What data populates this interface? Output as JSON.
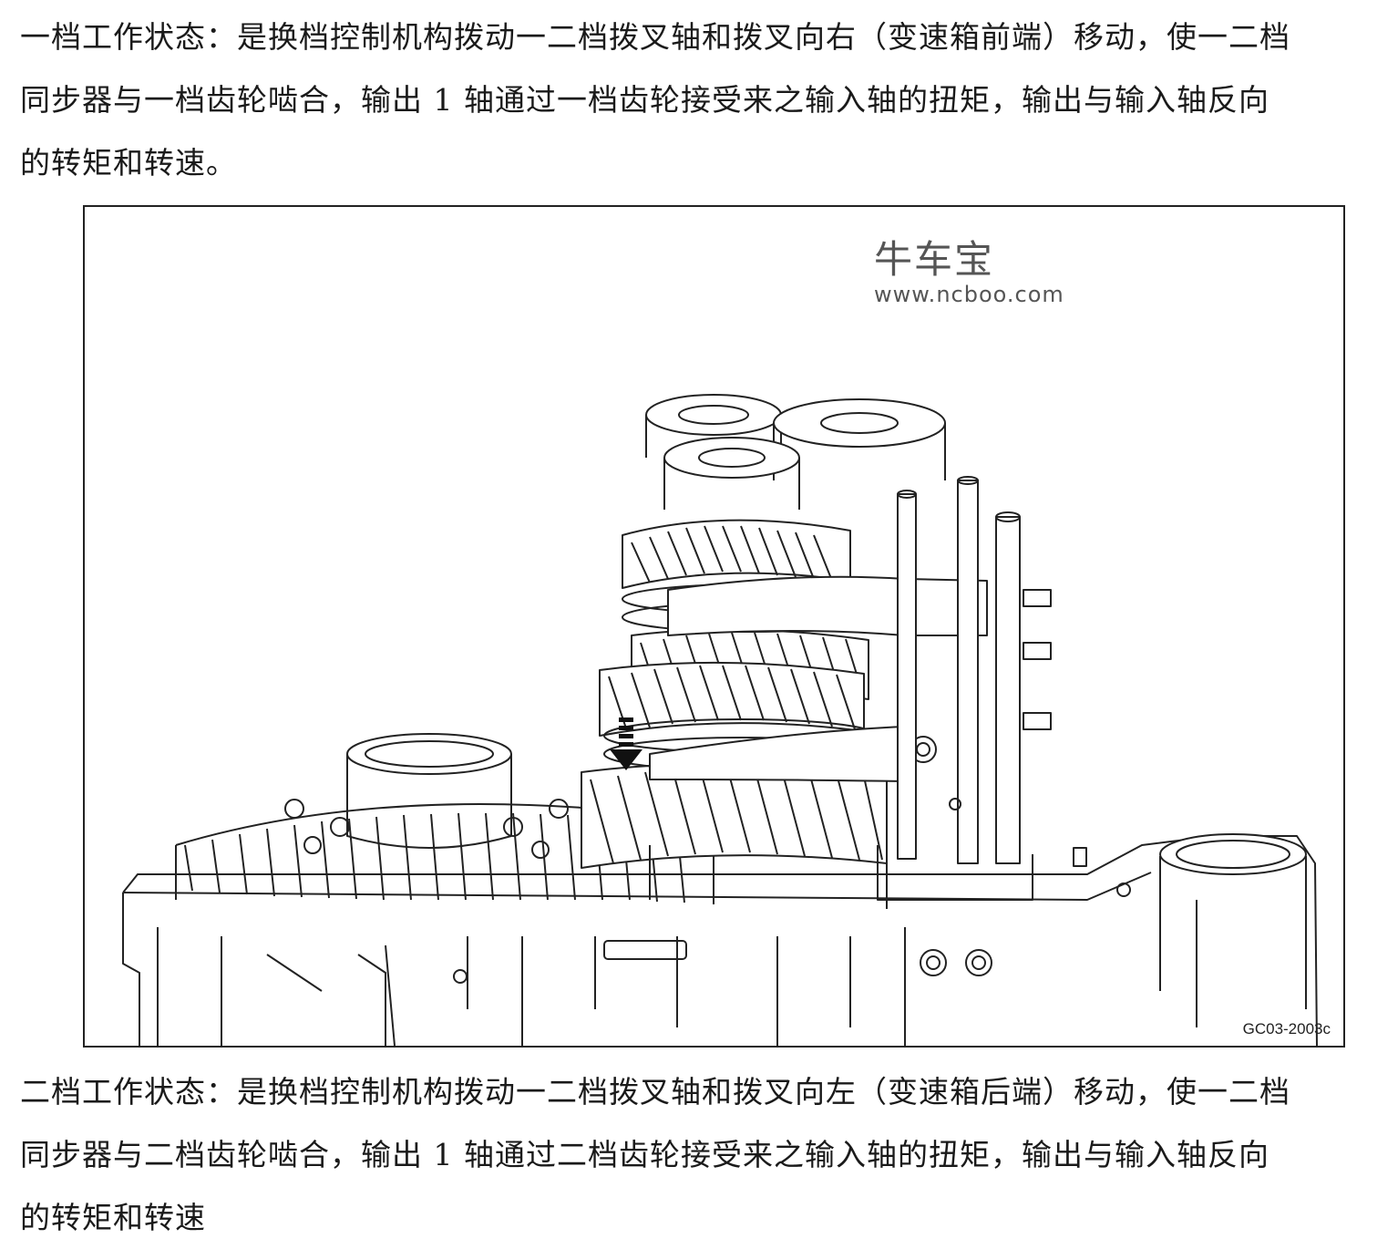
{
  "paragraphs": {
    "first_gear": "一档工作状态：是换档控制机构拨动一二档拨叉轴和拨叉向右（变速箱前端）移动，使一二档同步器与一档齿轮啮合，输出 1 轴通过一档齿轮接受来之输入轴的扭矩，输出与输入轴反向的转矩和转速。",
    "second_gear": "二档工作状态：是换档控制机构拨动一二档拨叉轴和拨叉向左（变速箱后端）移动，使一二档同步器与二档齿轮啮合，输出 1 轴通过二档齿轮接受来之输入轴的扭矩，输出与输入轴反向的转矩和转速"
  },
  "figure": {
    "watermark_title": "牛车宝",
    "watermark_url": "www.ncboo.com",
    "code": "GC03-2003c"
  }
}
